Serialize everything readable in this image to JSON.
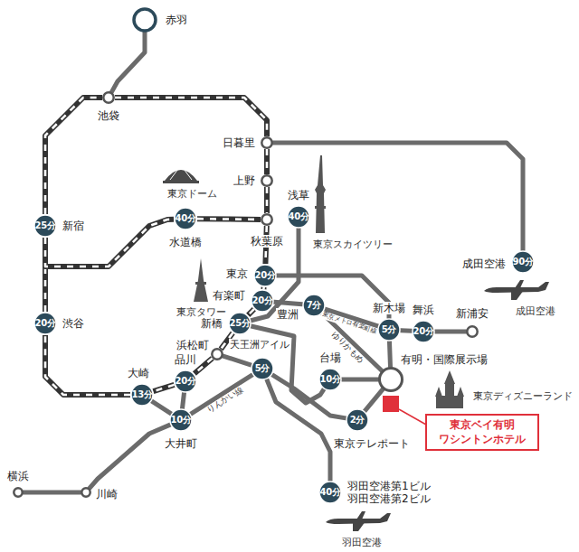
{
  "diagram": {
    "nodes": [
      {
        "text": [
          "赤羽"
        ]
      },
      {
        "text": [
          "池袋"
        ]
      },
      {
        "text": [
          "日暮里"
        ]
      },
      {
        "text": [
          "上野"
        ]
      },
      {
        "text": [
          "水道橋",
          "40分"
        ]
      },
      {
        "text": [
          "秋葉原"
        ]
      },
      {
        "text": [
          "浅草",
          "40分"
        ]
      },
      {
        "text": [
          "新宿",
          "25分"
        ]
      },
      {
        "text": [
          "渋谷",
          "20分"
        ]
      },
      {
        "text": [
          "東京",
          "20分"
        ]
      },
      {
        "text": [
          "有楽町",
          "20分"
        ]
      },
      {
        "text": [
          "新橋",
          "25分"
        ]
      },
      {
        "text": [
          "豊洲",
          "7分"
        ]
      },
      {
        "text": [
          "新木場",
          "5分"
        ]
      },
      {
        "text": [
          "舞浜",
          "20分"
        ]
      },
      {
        "text": [
          "新浦安"
        ]
      },
      {
        "text": [
          "成田空港",
          "90分"
        ]
      },
      {
        "text": [
          "浜松町"
        ]
      },
      {
        "text": [
          "天王洲アイル",
          "5分"
        ]
      },
      {
        "text": [
          "品川",
          "20分"
        ]
      },
      {
        "text": [
          "大崎",
          "13分"
        ]
      },
      {
        "text": [
          "大井町",
          "10分"
        ]
      },
      {
        "text": [
          "台場",
          "10分"
        ]
      },
      {
        "text": [
          "有明・国際展示場"
        ]
      },
      {
        "text": [
          "東京テレポート",
          "2分"
        ]
      },
      {
        "text": [
          "羽田空港第1ビル",
          "羽田空港第2ビル",
          "40分"
        ]
      },
      {
        "text": [
          "横浜"
        ]
      },
      {
        "text": [
          "川崎"
        ]
      },
      {
        "text": [
          "東京ベイ有明 ワシントンホテル"
        ]
      }
    ],
    "edges": [
      {
        "from": 1,
        "to": 2,
        "arrow": "none"
      },
      {
        "from": 2,
        "to": 3,
        "arrow": "none"
      },
      {
        "from": 3,
        "to": 5,
        "arrow": "none"
      },
      {
        "from": 5,
        "to": 9,
        "arrow": "none"
      },
      {
        "from": 9,
        "to": 10,
        "arrow": "none"
      },
      {
        "from": 10,
        "to": 11,
        "arrow": "none"
      },
      {
        "from": 11,
        "to": 17,
        "arrow": "none"
      },
      {
        "from": 17,
        "to": 19,
        "arrow": "none"
      },
      {
        "from": 19,
        "to": 20,
        "arrow": "none"
      },
      {
        "from": 20,
        "to": 8,
        "arrow": "none"
      },
      {
        "from": 8,
        "to": 7,
        "arrow": "none"
      },
      {
        "from": 7,
        "to": 1,
        "arrow": "none"
      },
      {
        "from": 7,
        "to": 4,
        "arrow": "none"
      },
      {
        "from": 4,
        "to": 5,
        "arrow": "none"
      },
      {
        "from": 0,
        "to": 1,
        "arrow": "none"
      },
      {
        "from": 2,
        "to": 16,
        "arrow": "none"
      },
      {
        "from": 6,
        "to": 11,
        "arrow": "none"
      },
      {
        "from": 9,
        "to": 13,
        "arrow": "none"
      },
      {
        "from": 13,
        "to": 14,
        "arrow": "none"
      },
      {
        "from": 14,
        "to": 15,
        "arrow": "none"
      },
      {
        "from": 10,
        "to": 12,
        "arrow": "none"
      },
      {
        "from": 12,
        "to": 13,
        "label": "東京メトロ有楽町線",
        "arrow": "none"
      },
      {
        "from": 12,
        "to": 23,
        "label": "ゆりかもめ",
        "arrow": "none"
      },
      {
        "from": 11,
        "to": 22,
        "arrow": "none"
      },
      {
        "from": 22,
        "to": 23,
        "arrow": "none"
      },
      {
        "from": 17,
        "to": 18,
        "arrow": "none"
      },
      {
        "from": 18,
        "to": 25,
        "arrow": "none"
      },
      {
        "from": 20,
        "to": 21,
        "arrow": "none"
      },
      {
        "from": 21,
        "to": 18,
        "label": "りんかい線",
        "arrow": "none"
      },
      {
        "from": 18,
        "to": 24,
        "arrow": "none"
      },
      {
        "from": 24,
        "to": 23,
        "arrow": "none"
      },
      {
        "from": 23,
        "to": 13,
        "arrow": "none"
      },
      {
        "from": 26,
        "to": 27,
        "arrow": "none"
      },
      {
        "from": 27,
        "to": 21,
        "arrow": "none"
      },
      {
        "from": 21,
        "to": 19,
        "arrow": "none"
      }
    ],
    "labels": [
      "東京ドーム",
      "東京タワー",
      "東京スカイツリー",
      "成田空港",
      "東京ディズニーランド",
      "羽田空港"
    ]
  }
}
